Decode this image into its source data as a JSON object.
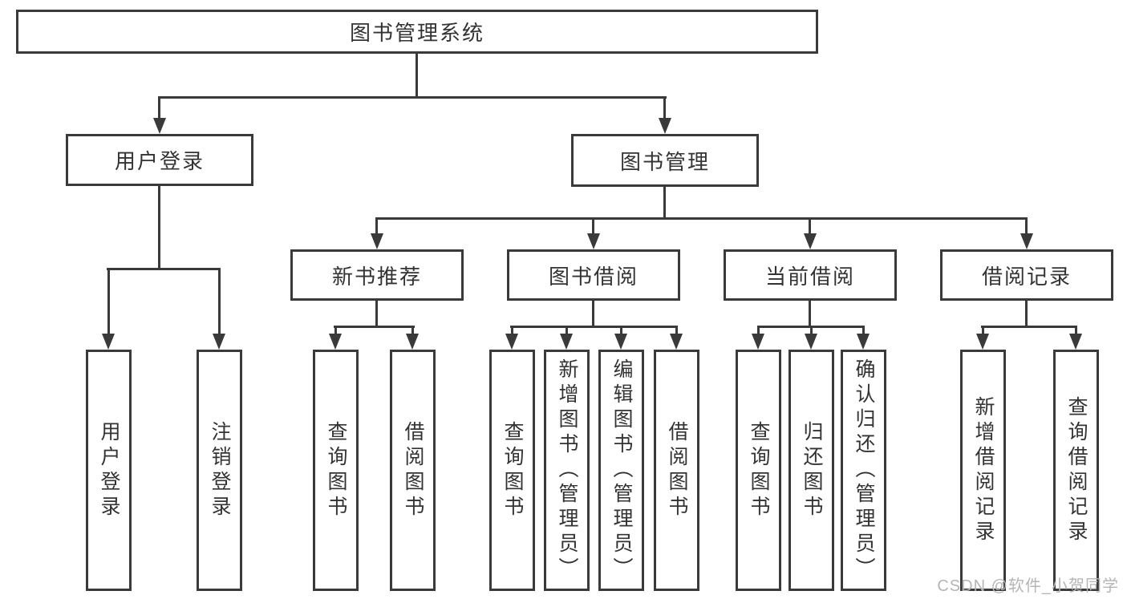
{
  "colors": {
    "line": "#3a3a3a",
    "text": "#333333",
    "watermark": "#b5b5b5"
  },
  "watermark": {
    "text": "CSDN @软件_小贺同学"
  },
  "tree": {
    "label": "图书管理系统",
    "children": [
      {
        "label": "用户登录",
        "children": [
          {
            "label": "用户登录"
          },
          {
            "label": "注销登录"
          }
        ]
      },
      {
        "label": "图书管理",
        "children": [
          {
            "label": "新书推荐",
            "children": [
              {
                "label": "查询图书"
              },
              {
                "label": "借阅图书"
              }
            ]
          },
          {
            "label": "图书借阅",
            "children": [
              {
                "label": "查询图书"
              },
              {
                "label": "新增图书（管理员）"
              },
              {
                "label": "编辑图书（管理员）"
              },
              {
                "label": "借阅图书"
              }
            ]
          },
          {
            "label": "当前借阅",
            "children": [
              {
                "label": "查询图书"
              },
              {
                "label": "归还图书"
              },
              {
                "label": "确认归还（管理员）"
              }
            ]
          },
          {
            "label": "借阅记录",
            "children": [
              {
                "label": "新增借阅记录"
              },
              {
                "label": "查询借阅记录"
              }
            ]
          }
        ]
      }
    ]
  }
}
